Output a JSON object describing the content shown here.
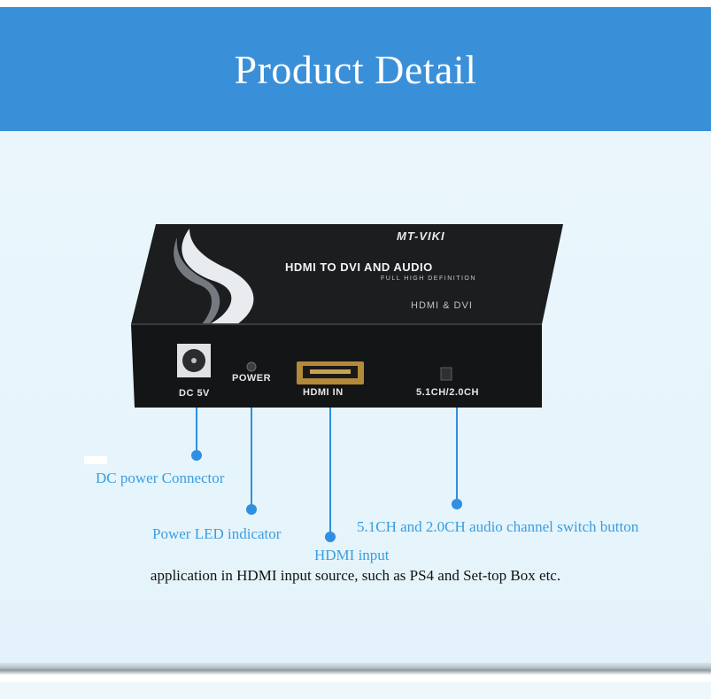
{
  "header": {
    "title": "Product Detail"
  },
  "device": {
    "brand": "MT-VIKI",
    "product_line": "HDMI TO DVI AND AUDIO",
    "product_sub": "FULL HIGH DEFINITION",
    "badge": "HDMI & DVI",
    "port_dc": "DC 5V",
    "port_power": "POWER",
    "port_hdmi": "HDMI IN",
    "port_switch": "5.1CH/2.0CH"
  },
  "callouts": {
    "dc": "DC power Connector",
    "led": "Power LED indicator",
    "hdmi": "HDMI input",
    "switch": "5.1CH and 2.0CH audio channel switch button"
  },
  "note": "application in HDMI input source, such as PS4 and Set-top Box etc.",
  "colors": {
    "banner": "#3a8fd9",
    "callout": "#3a9ee0",
    "panel": "#e6f4fb"
  }
}
